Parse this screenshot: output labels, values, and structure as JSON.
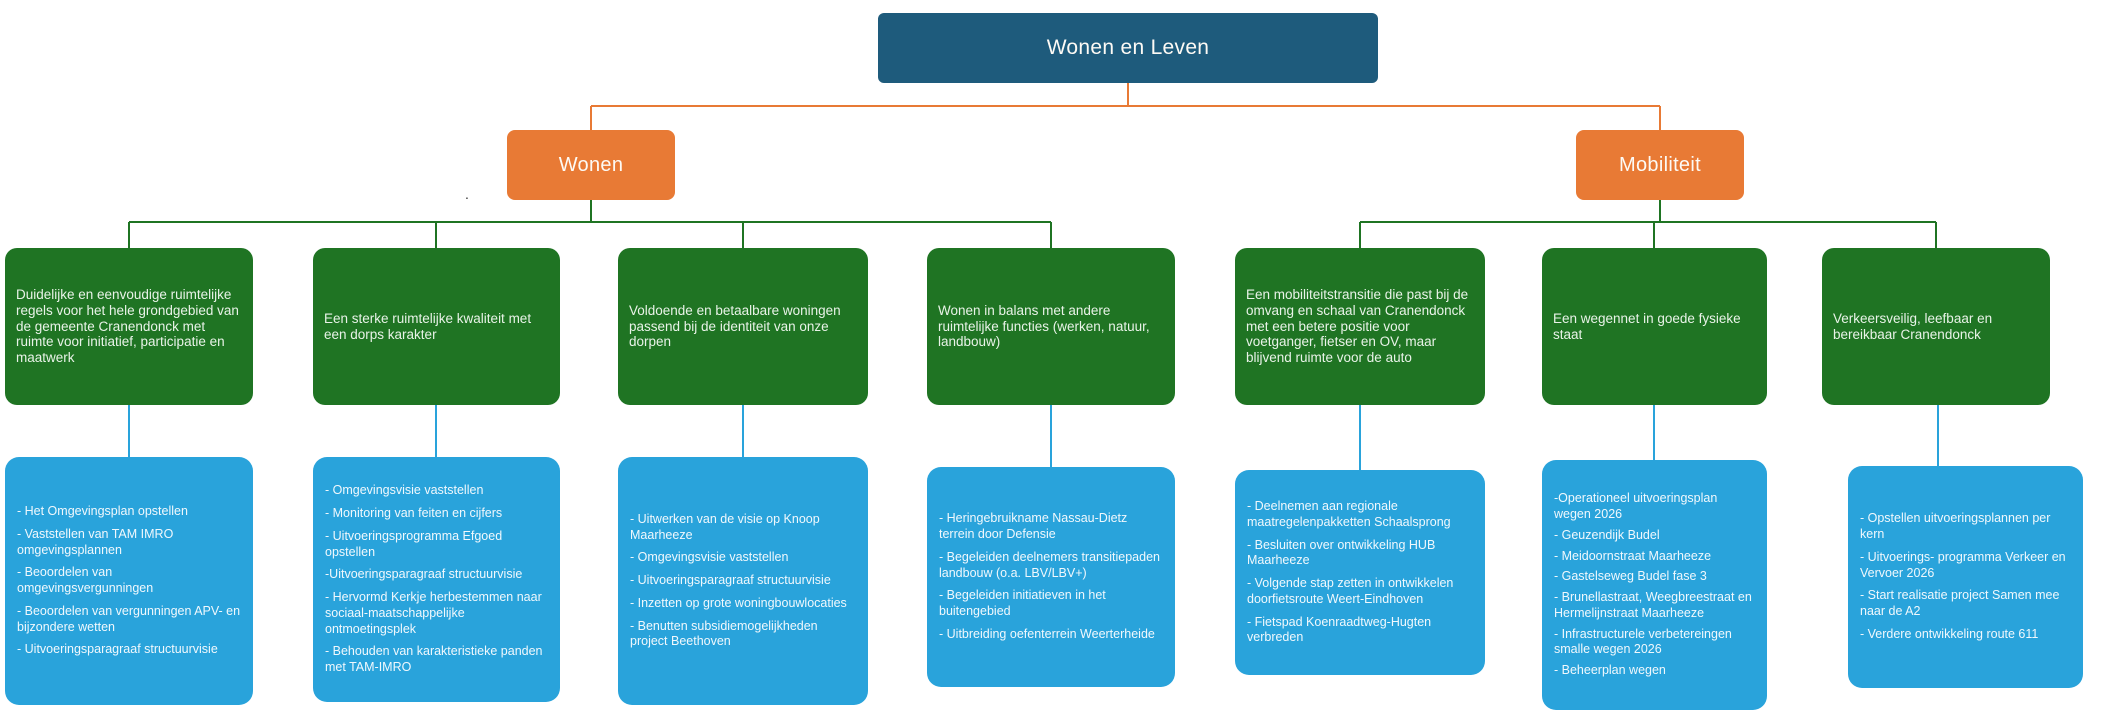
{
  "root": {
    "label": "Wonen en Leven"
  },
  "branches": [
    {
      "label": "Wonen",
      "goals": [
        {
          "goal": "Duidelijke en eenvoudige ruimtelijke regels voor het hele grondgebied van de gemeente Cranendonck met ruimte voor initiatief, participatie en maatwerk",
          "actions": [
            "- Het Omgevingsplan opstellen",
            "- Vaststellen van TAM IMRO omgevingsplannen",
            "- Beoordelen van omgevingsvergunningen",
            "- Beoordelen van vergunningen APV- en bijzondere wetten",
            "- Uitvoeringsparagraaf structuurvisie"
          ]
        },
        {
          "goal": "Een sterke ruimtelijke kwaliteit met een dorps karakter",
          "actions": [
            "- Omgevingsvisie vaststellen",
            "- Monitoring van feiten en cijfers",
            "- Uitvoeringsprogramma Efgoed opstellen",
            "-Uitvoeringsparagraaf structuurvisie",
            "- Hervormd Kerkje herbestemmen naar sociaal-maatschappelijke ontmoetingsplek",
            "- Behouden van karakteristieke panden met TAM-IMRO"
          ]
        },
        {
          "goal": "Voldoende en betaalbare woningen passend bij de identiteit van onze dorpen",
          "actions": [
            "- Uitwerken van de visie op Knoop Maarheeze",
            "- Omgevingsvisie vaststellen",
            "- Uitvoeringsparagraaf structuurvisie",
            "- Inzetten op grote woningbouwlocaties",
            "- Benutten subsidiemogelijkheden project Beethoven"
          ]
        },
        {
          "goal": "Wonen in balans met andere ruimtelijke functies (werken, natuur, landbouw)",
          "actions": [
            "- Heringebruikname Nassau-Dietz terrein door Defensie",
            "- Begeleiden deelnemers transitiepaden landbouw (o.a. LBV/LBV+)",
            "- Begeleiden initiatieven in het buitengebied",
            "- Uitbreiding oefenterrein Weerterheide"
          ]
        }
      ]
    },
    {
      "label": "Mobiliteit",
      "goals": [
        {
          "goal": "Een mobiliteitstransitie die past bij de omvang en schaal van Cranendonck met een betere positie voor voetganger, fietser en OV, maar blijvend ruimte voor de auto",
          "actions": [
            "- Deelnemen aan regionale maatregelenpakketten Schaalsprong",
            "- Besluiten over ontwikkeling HUB Maarheeze",
            "- Volgende stap zetten in ontwikkelen doorfietsroute Weert-Eindhoven",
            "- Fietspad Koenraadtweg-Hugten verbreden"
          ]
        },
        {
          "goal": "Een wegennet in goede fysieke staat",
          "actions": [
            "-Operationeel uitvoeringsplan wegen 2026",
            "- Geuzendijk Budel",
            "- Meidoornstraat Maarheeze",
            "- Gastelseweg Budel fase 3",
            "- Brunellastraat, Weegbreestraat en Hermelijnstraat Maarheeze",
            "- Infrastructurele verbetereingen smalle wegen 2026",
            "- Beheerplan wegen"
          ]
        },
        {
          "goal": "Verkeersveilig, leefbaar en bereikbaar Cranendonck",
          "actions": [
            "- Opstellen uitvoeringsplannen per kern",
            "- Uitvoerings- programma Verkeer en Vervoer 2026",
            "- Start realisatie project Samen mee naar de A2",
            "- Verdere ontwikkeling route 611"
          ]
        }
      ]
    }
  ],
  "stray_mark": ".",
  "colors": {
    "root_bg": "#1E5B7C",
    "branch_bg": "#E87A35",
    "goal_bg": "#1F7423",
    "action_bg": "#29A3DB",
    "connector_orange": "#E87A35",
    "connector_green": "#1F7423",
    "connector_blue": "#29A3DB"
  }
}
